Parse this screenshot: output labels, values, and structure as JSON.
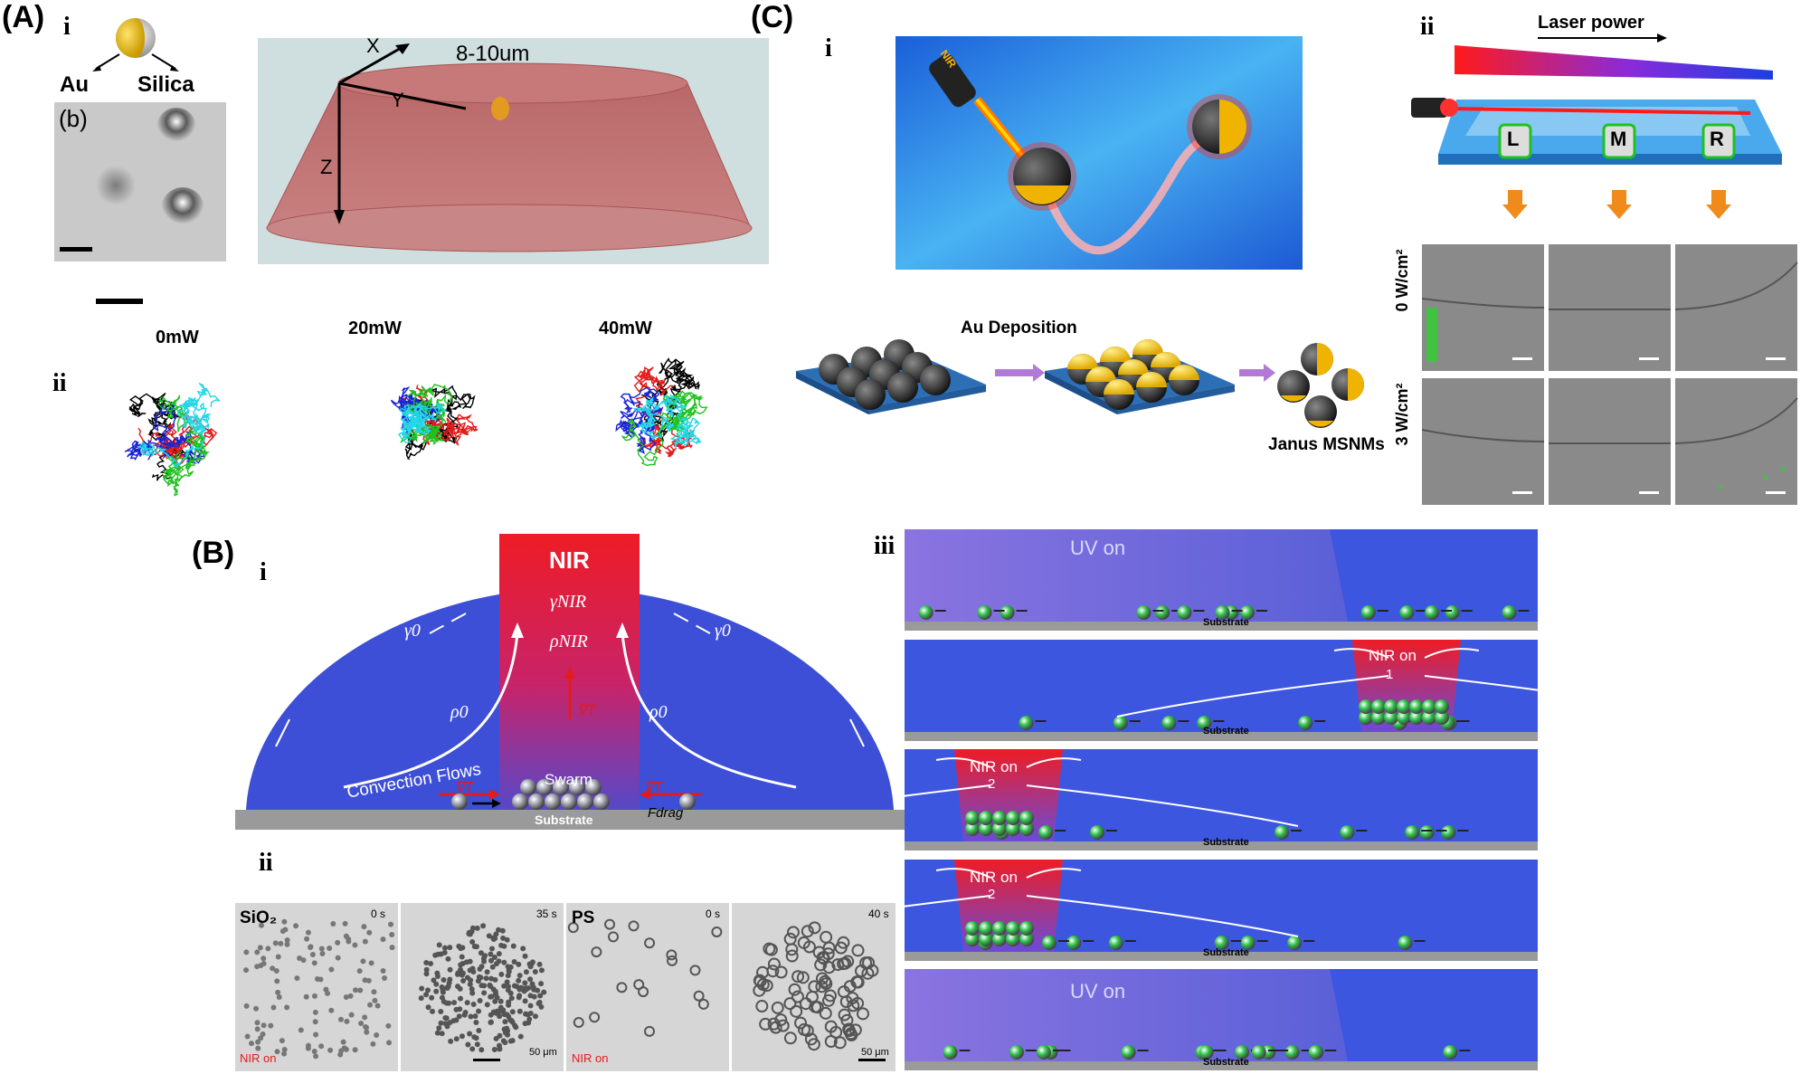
{
  "panels": {
    "A": {
      "label": "(A)",
      "i": {
        "roman": "i",
        "au": "Au",
        "silica": "Silica",
        "b": "(b)",
        "x": "X",
        "y": "Y",
        "z": "Z",
        "dim": "8-10um"
      },
      "ii": {
        "roman": "ii",
        "powers": [
          "0mW",
          "20mW",
          "40mW"
        ]
      }
    },
    "B": {
      "label": "(B)",
      "i": {
        "roman": "i",
        "nir": "NIR",
        "gamma_nir": "γNIR",
        "rho_nir": "ρNIR",
        "gamma0": "γ0",
        "rho0": "ρ0",
        "grad_t": "∇T",
        "convection": "Convection Flows",
        "swarm": "Swarm",
        "drag": "Fdrag",
        "substrate": "Substrate"
      },
      "ii": {
        "roman": "ii",
        "sio2": "SiO₂",
        "ps": "PS",
        "times": [
          "0 s",
          "35 s",
          "0 s",
          "40 s"
        ],
        "nir_on": "NIR on",
        "scale": "50 μm"
      }
    },
    "C": {
      "label": "(C)",
      "i": {
        "roman": "i",
        "nir_tag": "NIR",
        "au_deposition": "Au Deposition",
        "janus": "Janus MSNMs"
      },
      "ii": {
        "roman": "ii",
        "laser_power": "Laser power",
        "positions": [
          "L",
          "M",
          "R"
        ],
        "rows": [
          "0 W/cm²",
          "3 W/cm²"
        ]
      },
      "iii": {
        "roman": "iii",
        "uv_on": "UV on",
        "nir_on": "NIR on",
        "step1": "1",
        "step2": "2",
        "substrate": "Substrate"
      }
    }
  },
  "colors": {
    "blue_fluid": "#3d4fd6",
    "nir_red": "#ee1c25",
    "substrate_gray": "#9a9a9a",
    "cone_pink": "#c76f6f",
    "traj": [
      "#000000",
      "#e21b1b",
      "#1a23d6",
      "#1fc21f",
      "#22d7e6"
    ]
  }
}
